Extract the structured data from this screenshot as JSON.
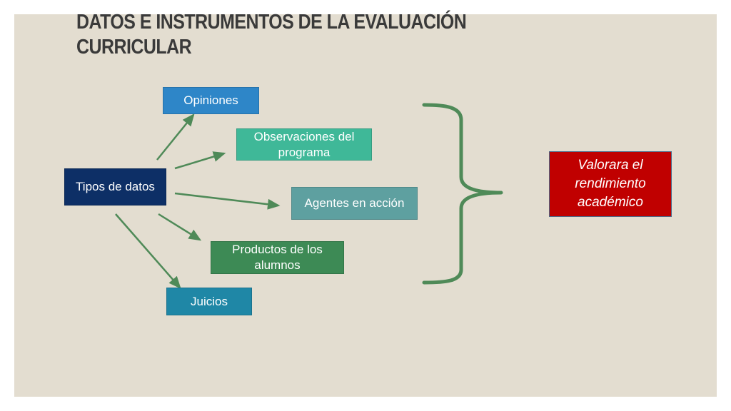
{
  "title": {
    "line1": "DATOS E INSTRUMENTOS DE LA EVALUACIÓN",
    "line2": "CURRICULAR"
  },
  "source": {
    "label": "Tipos de datos",
    "color": "#0d2f66"
  },
  "targets": [
    {
      "id": "opiniones",
      "label": "Opiniones",
      "color": "#2e86c8"
    },
    {
      "id": "observaciones",
      "label": "Observaciones del programa",
      "color": "#3fb898"
    },
    {
      "id": "agentes",
      "label": "Agentes en acción",
      "color": "#5ea0a0"
    },
    {
      "id": "productos",
      "label": "Productos de los alumnos",
      "color": "#3d8a55"
    },
    {
      "id": "juicios",
      "label": "Juicios",
      "color": "#1f87a6"
    }
  ],
  "result": {
    "label": "Valorara el rendimiento académico",
    "color": "#c00000"
  },
  "colors": {
    "background": "#e3ddd0",
    "arrow": "#4f8a58",
    "brace": "#4f8a58",
    "title": "#3a3a3a"
  }
}
